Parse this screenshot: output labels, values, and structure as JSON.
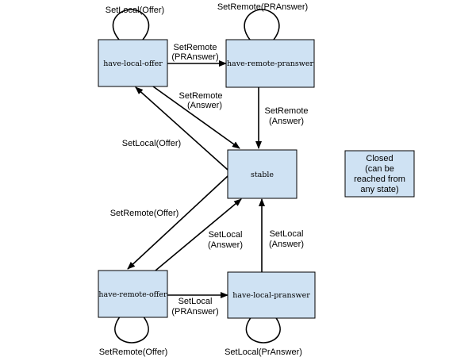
{
  "nodes": {
    "have_local_offer": "have-local-offer",
    "have_remote_pranswer": "have-remote-pranswer",
    "stable": "stable",
    "have_remote_offer": "have-remote-offer",
    "have_local_pranswer": "have-local-pranswer"
  },
  "closed_note": [
    "Closed",
    "(can be",
    "reached from",
    "any state)"
  ],
  "self_loops": {
    "have_local_offer": "SetLocal(Offer)",
    "have_remote_pranswer": "SetRemote(PRAnswer)",
    "have_remote_offer": "SetRemote(Offer)",
    "have_local_pranswer": "SetLocal(PrAnswer)"
  },
  "edges": {
    "hlo_to_hrp": [
      "SetRemote",
      "(PRAnswer)"
    ],
    "hlo_to_stable": [
      "SetRemote",
      "(Answer)"
    ],
    "hrp_to_stable": [
      "SetRemote",
      "(Answer)"
    ],
    "stable_to_hlo": "SetLocal(Offer)",
    "stable_to_hro": "SetRemote(Offer)",
    "hro_to_stable": [
      "SetLocal",
      "(Answer)"
    ],
    "hlp_to_stable": [
      "SetLocal",
      "(Answer)"
    ],
    "hro_to_hlp": [
      "SetLocal",
      "(PRAnswer)"
    ]
  },
  "colors": {
    "node_fill": "#cfe2f3",
    "stroke": "#000000",
    "background": "#ffffff"
  }
}
